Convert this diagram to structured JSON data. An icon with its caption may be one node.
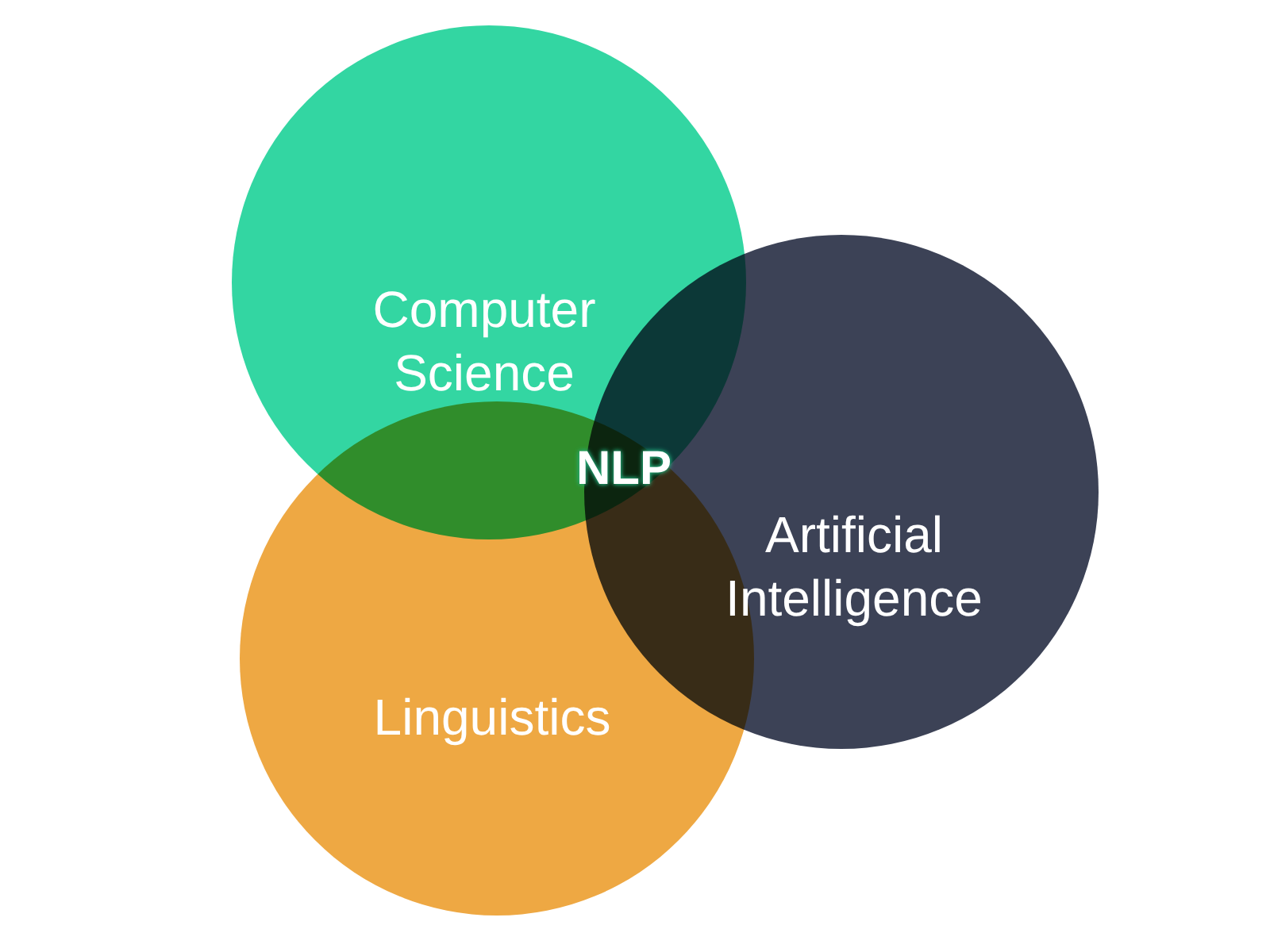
{
  "diagram": {
    "nodes": [
      {
        "text": [
          "Computer Science"
        ]
      },
      {
        "text": [
          "Artificial Intelligence"
        ]
      },
      {
        "text": [
          "Linguistics"
        ]
      }
    ],
    "labels": [
      "NLP"
    ]
  }
}
